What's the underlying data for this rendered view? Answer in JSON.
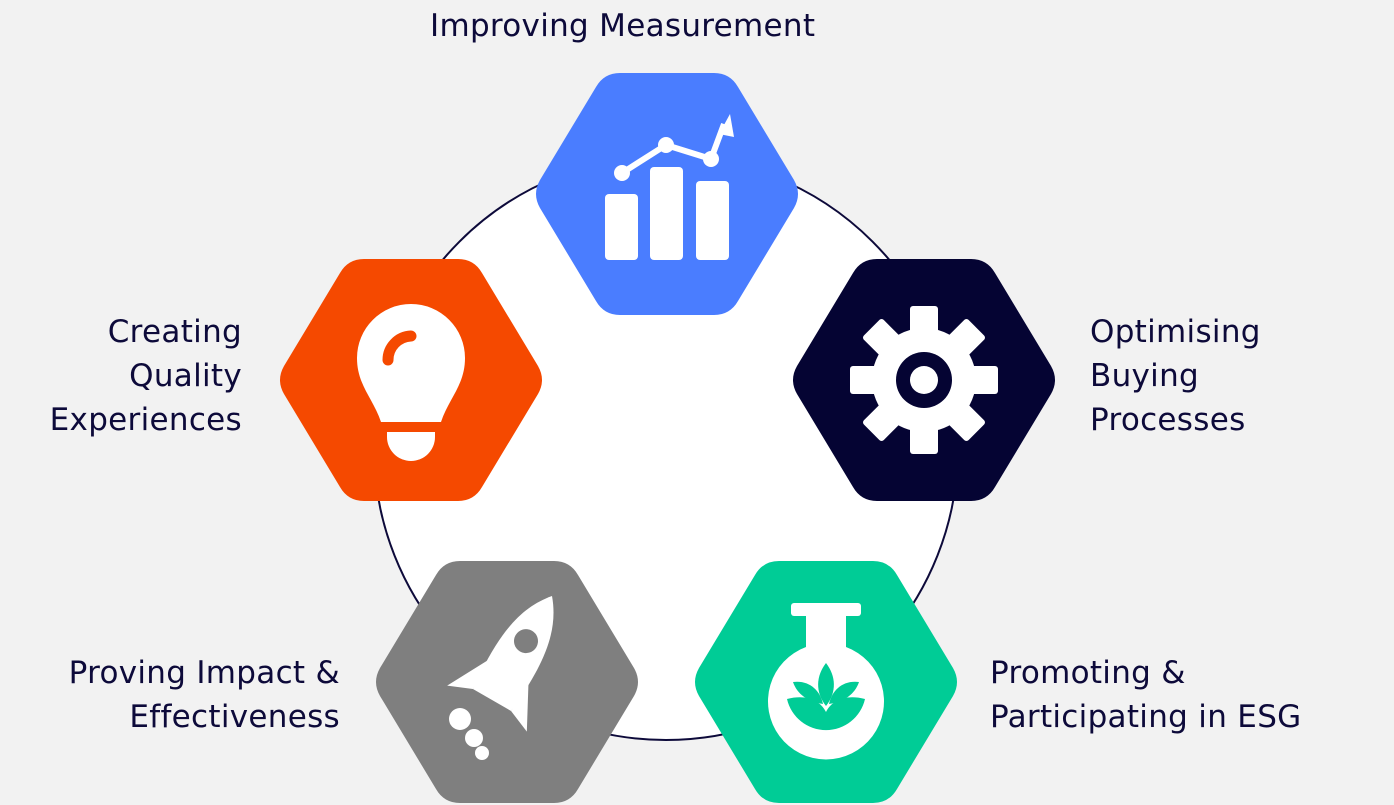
{
  "labels": {
    "top": [
      "Improving Measurement"
    ],
    "left": [
      "Creating",
      "Quality",
      "Experiences"
    ],
    "right": [
      "Optimising",
      "Buying",
      "Processes"
    ],
    "bottom_left": [
      "Proving Impact &",
      "Effectiveness"
    ],
    "bottom_right": [
      "Promoting &",
      "Participating in ESG"
    ]
  },
  "colors": {
    "background": "#f2f2f2",
    "circle_fill": "#ffffff",
    "circle_stroke": "#0d0a3a",
    "text": "#0d0a3a",
    "measurement": "#4a7dff",
    "experiences": "#f54900",
    "buying": "#050433",
    "impact": "#7f7f7f",
    "esg": "#00cc96"
  },
  "icons": {
    "measurement": "bar-chart-trend-icon",
    "experiences": "lightbulb-icon",
    "buying": "gear-icon",
    "impact": "rocket-icon",
    "esg": "flask-leaf-icon"
  }
}
